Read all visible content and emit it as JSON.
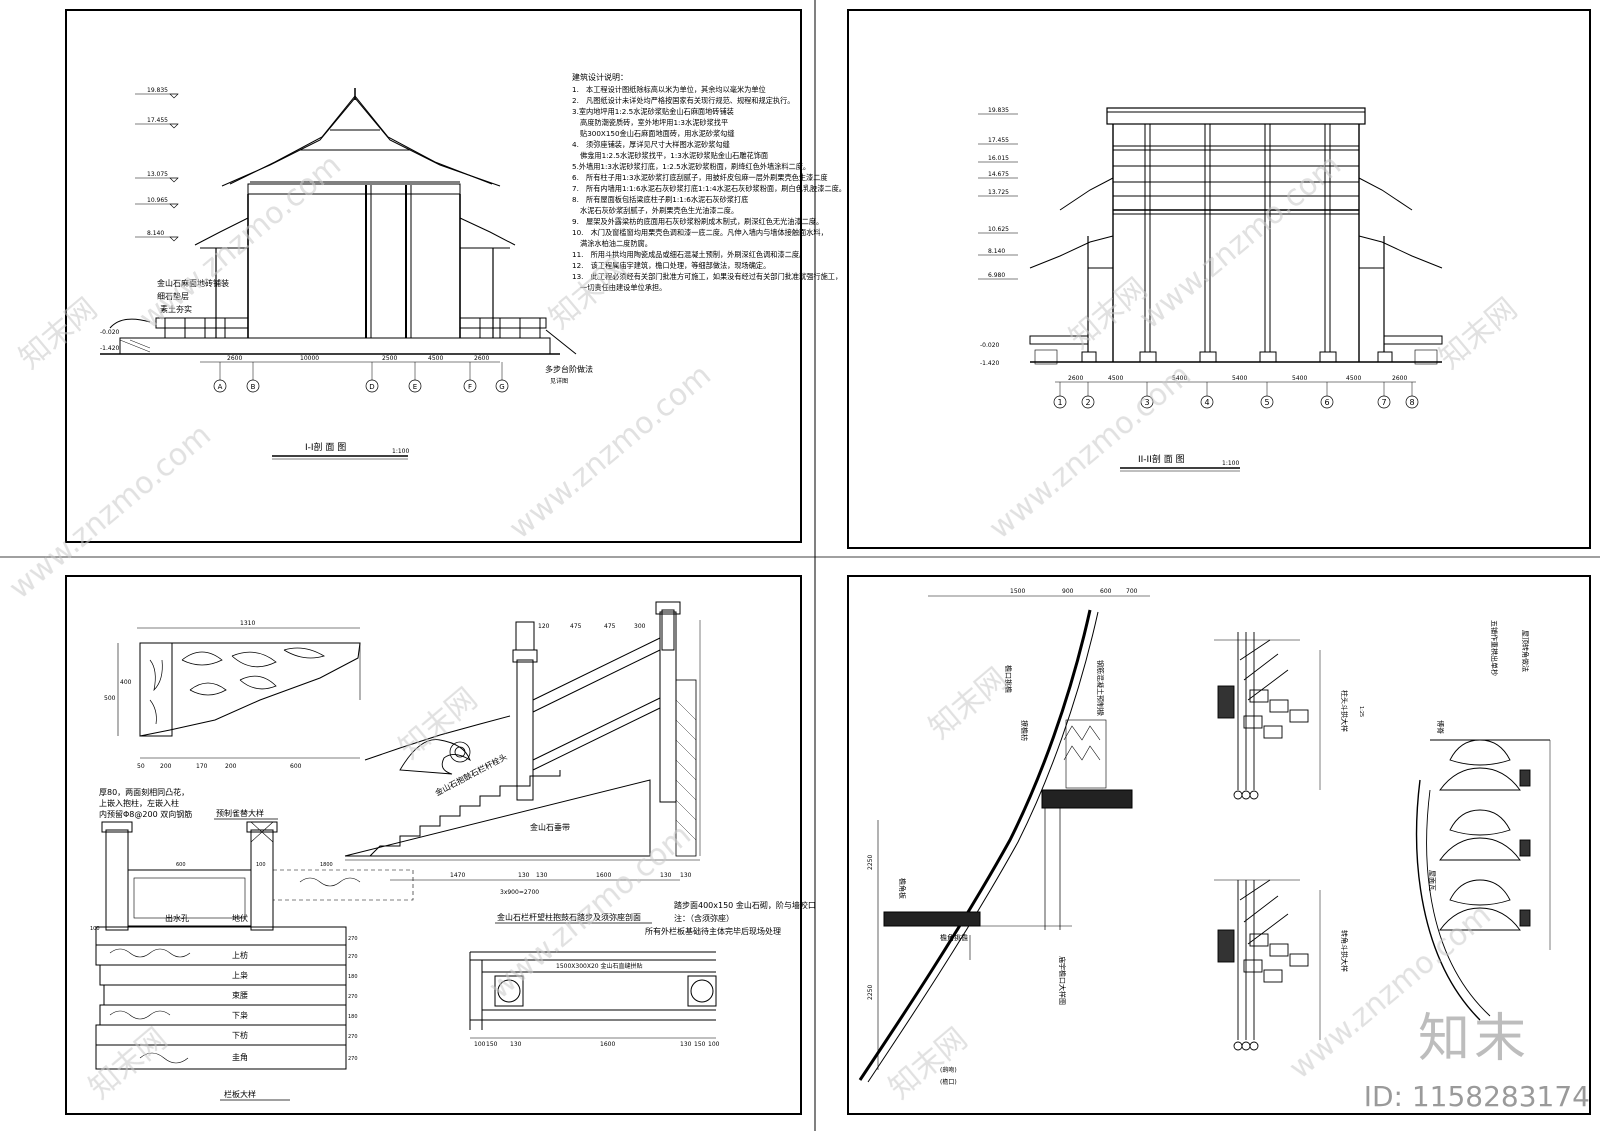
{
  "sheet1": {
    "notes_title": "建筑设计说明：",
    "notes": [
      "1.　本工程设计图纸除标高以米为单位，其余均以毫米为单位",
      "2.　凡图纸设计未详处均严格按国家有关现行规范、规程和规定执行。",
      "3.室内地坪用1:2.5水泥砂浆贴金山石麻面地砖铺装",
      "高度防潮瓷质砖，室外地坪用1:3水泥砂浆找平",
      "贴300X150金山石麻面地面砖，用水泥砂浆勾缝",
      "4.　须弥座铺装，厚详见尺寸大样图水泥砂浆勾缝",
      "佛龛用1:2.5水泥砂浆找平，1:3水泥砂浆贴金山石雕花饰面",
      "5.外墙用1:3水泥砂浆打底，1:2.5水泥砂浆粉面，刷绛红色外墙涂料二度。",
      "6.　所有柱子用1:3水泥砂浆打底刮腻子，用披纤皮包麻一层外刷栗壳色生漆二度",
      "7.　所有内墙用1:1:6水泥石灰砂浆打底1:1:4水泥石灰砂浆粉面，刷白色乳胶漆二度。",
      "8.　所有屋面板包括梁底柱子刷1:1:6水泥石灰砂浆打底",
      "水泥石灰砂浆刮腻子，外刷栗壳色生光油漆二度。",
      "9.　屋架及外露梁枋的底面用石灰砂浆粉刷成木制式，刷深红色无光油漆二度。",
      "10.　木门及窗槛窗均用栗壳色调和漆一底二度。凡伸入墙内与墙体接触面水料，",
      "满涂水柏油二度防腐。",
      "11.　所用斗拱均用陶瓷成品或细石混凝土预制，外刷深红色调和漆二度。",
      "12.　该工程属庙宇建筑，檐口处理，等细部做法，现场确定。",
      "13.　此工程必须经有关部门批准方可施工，如果没有经过有关部门批准就强行施工，",
      "一切责任由建设单位承担。"
    ],
    "elevations": [
      "19.835",
      "17.455",
      "13.075",
      "10.965",
      "8.140",
      "-0.020",
      "-1.420"
    ],
    "dims": [
      "2600",
      "10000",
      "2500",
      "4500",
      "2600"
    ],
    "axes": [
      "A",
      "B",
      "D",
      "E",
      "F",
      "G"
    ],
    "labels": {
      "floor1": "金山石麻面地砖铺装",
      "floor2": "细石垫层",
      "floor3": "素土夯实",
      "steps": "多步台阶做法",
      "steps_sub": "见详图"
    },
    "title": "I-I剖 面 图",
    "scale": "1:100"
  },
  "sheet2": {
    "elevations": [
      "19.835",
      "17.455",
      "16.015",
      "14.675",
      "13.725",
      "10.625",
      "8.140",
      "6.980",
      "-0.020",
      "-1.420"
    ],
    "dims": [
      "2600",
      "4500",
      "5400",
      "5400",
      "5400",
      "4500",
      "2600"
    ],
    "axes": [
      "1",
      "2",
      "3",
      "4",
      "5",
      "6",
      "7",
      "8"
    ],
    "title": "II-II剖 面 图",
    "scale": "1:100"
  },
  "sheet3": {
    "top_dim": "1310",
    "dims_bracket": [
      "50",
      "200",
      "170",
      "200",
      "600"
    ],
    "dims_vertical": [
      "500",
      "400"
    ],
    "bracket_note_1": "厚80，两面刻相同凸花，",
    "bracket_note_2": "上嵌入抱柱，左嵌入柱",
    "bracket_note_3": "内预留Φ8@200 双向钢筋",
    "bracket_title": "预制雀替大样",
    "stair_dims_top": [
      "120",
      "475",
      "475",
      "300"
    ],
    "stair_dims_bottom": [
      "1470",
      "130",
      "130",
      "1600",
      "130",
      "130"
    ],
    "stair_dim_center": "3x900=2700",
    "stair_label_1": "金山石抱鼓石栏杆栓头",
    "stair_label_2": "金山石垂带",
    "stair_title": "金山石栏杆望柱抱鼓石踏步及须弥座剖面",
    "stair_note_1": "踏步面400x150 金山石砌，阶与墙咬口",
    "stair_note_2": "注：（含须弥座）",
    "stair_note_3": "所有外栏板基础待主体完毕后现场处理",
    "rail_dims": [
      "100",
      "600",
      "100",
      "1800"
    ],
    "layers": [
      {
        "name": "出水孔",
        "value": "地伏",
        "h": "270"
      },
      {
        "name": "",
        "value": "上枋",
        "h": "270"
      },
      {
        "name": "",
        "value": "上枭",
        "h": "180"
      },
      {
        "name": "",
        "value": "束腰",
        "h": "270"
      },
      {
        "name": "",
        "value": "下枭",
        "h": "180"
      },
      {
        "name": "",
        "value": "下枋",
        "h": "270"
      },
      {
        "name": "",
        "value": "圭角",
        "h": "270"
      }
    ],
    "rail_title": "栏板大样",
    "paving_label": "1500X300X20 金山石直缝拼贴",
    "paving_dims": [
      "100",
      "150",
      "130",
      "1600",
      "130",
      "150",
      "100"
    ]
  },
  "sheet4": {
    "top_dims": [
      "1500",
      "900",
      "600",
      "700"
    ],
    "left_dims": [
      "2250",
      "2250"
    ],
    "labels": [
      "檐口挑檐",
      "撩檐枋",
      "钢筋混凝土预制椽",
      "檐角板",
      "檐角挑檐",
      "博脊",
      "屋面瓦"
    ],
    "title_a": "庙宇檐口大样图",
    "title_b": "柱头斗拱大样",
    "title_c": "转角斗拱大样",
    "title_d": "五铺作重栱出单杪",
    "title_e": "屋顶转角做法",
    "scale": "1:25",
    "bottom_labels": [
      "(鸱吻)",
      "(檐口)"
    ]
  },
  "watermark": {
    "site": "www.znzmo.com",
    "cn": "知末网",
    "logo": "知末",
    "id": "ID: 1158283174"
  }
}
